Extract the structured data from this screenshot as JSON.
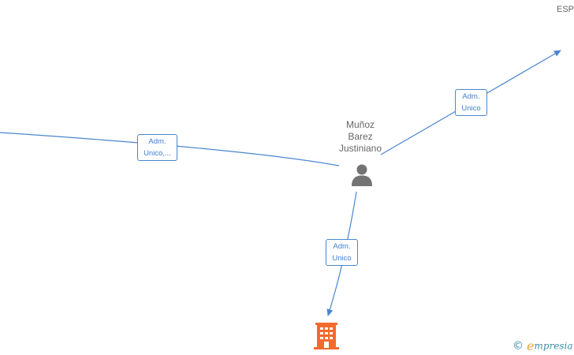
{
  "nodes": {
    "top_right": {
      "label": "ESP"
    },
    "person": {
      "lines": [
        "Muñoz",
        "Barez",
        "Justiniano"
      ]
    },
    "company": {
      "label": ""
    }
  },
  "edges": [
    {
      "id": "left-edge",
      "lines": [
        "Adm.",
        "Unico,..."
      ]
    },
    {
      "id": "top-right-edge",
      "lines": [
        "Adm.",
        "Unico"
      ]
    },
    {
      "id": "bottom-edge",
      "lines": [
        "Adm.",
        "Unico"
      ]
    }
  ],
  "brand": {
    "copyright": "©",
    "initial": "e",
    "rest": "mpresia"
  },
  "colors": {
    "edge": "#4a86d0",
    "edge_label_text": "#3f7fcf",
    "person_icon": "#737373",
    "company_icon": "#f26a2e",
    "node_text": "#666666",
    "brand_teal": "#3a8ea8",
    "brand_orange": "#e8a23a"
  }
}
